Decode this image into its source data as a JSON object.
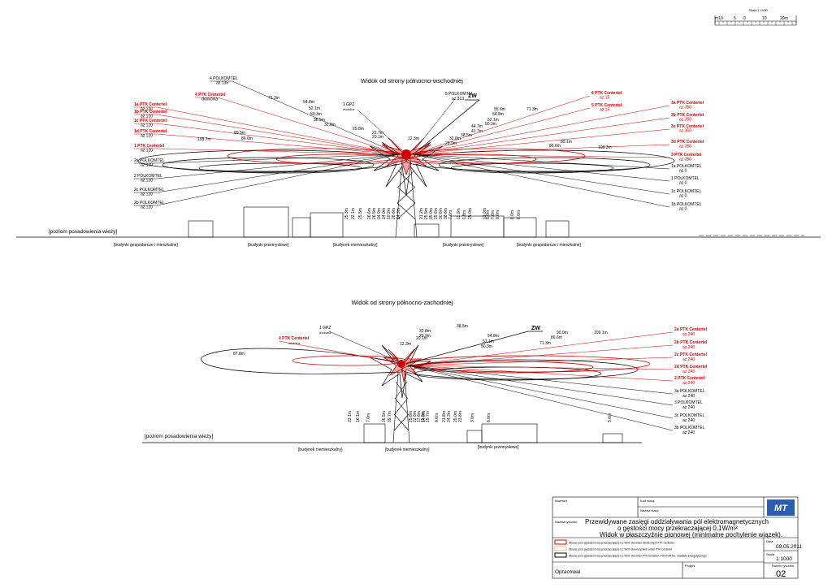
{
  "scale_bar": {
    "title": "Skala 1:1000",
    "ticks": [
      "m10",
      "5",
      "0",
      "10",
      "20m"
    ]
  },
  "view1": {
    "title": "Widok od strony północno-wschodniej",
    "ground_label": "[poziom posadowienia wieży]",
    "compass": "ZW",
    "left_labels": [
      {
        "name": "4 POLKOMTEL",
        "az": "az.135",
        "red": false
      },
      {
        "name": "4 PTK Centertel",
        "az": "dookólna",
        "red": true
      },
      {
        "name": "1a PTK Centertel",
        "az": "az.120",
        "red": true
      },
      {
        "name": "1b PTK Centertel",
        "az": "az.120",
        "red": true
      },
      {
        "name": "1c PTK Centertel",
        "az": "az.120",
        "red": true
      },
      {
        "name": "1d PTK Centertel",
        "az": "az.120",
        "red": true
      },
      {
        "name": "1 PTK Centertel",
        "az": "az.120",
        "red": true
      },
      {
        "name": "2a POLKOMTEL",
        "az": "az.120",
        "red": false
      },
      {
        "name": "2 POLKOMTEL",
        "az": "az.120",
        "red": false
      },
      {
        "name": "2c POLKOMTEL",
        "az": "az.120",
        "red": false
      },
      {
        "name": "2b POLKOMTEL",
        "az": "az.120",
        "red": false
      }
    ],
    "top_labels": [
      {
        "name": "1 GPZ",
        "az": "dookólna"
      },
      {
        "name": "5 POLKOMTEL",
        "az": "az.313"
      }
    ],
    "right_labels": [
      {
        "name": "6 PTK Centertel",
        "az": "az.15",
        "red": true
      },
      {
        "name": "5 PTK Centertel",
        "az": "az.15",
        "red": true
      },
      {
        "name": "3a PTK Centertel",
        "az": "az.350",
        "red": true
      },
      {
        "name": "3b PTK Centertel",
        "az": "az.350",
        "red": true
      },
      {
        "name": "3c PTK Centertel",
        "az": "az.350",
        "red": true
      },
      {
        "name": "3d PTK Centertel",
        "az": "az.350",
        "red": true
      },
      {
        "name": "3 PTK Centertel",
        "az": "az.350",
        "red": true
      },
      {
        "name": "1a POLKOMTEL",
        "az": "az.0",
        "red": false
      },
      {
        "name": "1 POLKOMTEL",
        "az": "az.0",
        "red": false
      },
      {
        "name": "1c POLKOMTEL",
        "az": "az.0",
        "red": false
      },
      {
        "name": "1b POLKOMTEL",
        "az": "az.0",
        "red": false
      }
    ],
    "distances_top": [
      "71.3m",
      "54.8m",
      "52.1m",
      "50.3m",
      "38.5m",
      "32.8m",
      "29.8m",
      "22.7m",
      "20.1m",
      "12.3m",
      "55.6m",
      "54.8m",
      "52.1m",
      "50.3m",
      "44.7m",
      "41.7m",
      "38.5m",
      "32.8m",
      "29.9m",
      "71.3m"
    ],
    "distances_side": [
      "89.5m",
      "86.6m",
      "108.7m",
      "89.1m",
      "86.6m",
      "108.3m"
    ],
    "heights": [
      "25.3m",
      "22.1m",
      "25.5m",
      "26.6m",
      "26.5m",
      "24.9m",
      "14.0m",
      "10.2m",
      "28.6m",
      "24.3m",
      "21.2m",
      "25.5m",
      "35.0m",
      "25.6m",
      "30.6m",
      "38.6m",
      "7.6m",
      "11.0m",
      "1.8m",
      "15.0m",
      "13.0m",
      "8.0m",
      "7.0m",
      "8.0m",
      "8.0m",
      "8.0m"
    ],
    "buildings": [
      "[budynki gospodarcze i mieszkalne]",
      "[budynki przemysłowe]",
      "[budynek niemieszkalny]",
      "[budynki przemysłowe]",
      "[budynki gospodarcze i mieszkalne]"
    ]
  },
  "view2": {
    "title": "Widok od strony północno-zachodniej",
    "ground_label": "[poziom posadowienia wieży]",
    "compass": "ZW",
    "left_labels": [
      {
        "name": "1 GPZ",
        "az": "dookólna",
        "red": false
      },
      {
        "name": "4 PTK Centertel",
        "az": "dookólna",
        "red": true
      }
    ],
    "right_labels": [
      {
        "name": "2a PTK Centertel",
        "az": "az.240",
        "red": true
      },
      {
        "name": "2b PTK Centertel",
        "az": "az.240",
        "red": true
      },
      {
        "name": "2c PTK Centertel",
        "az": "az.240",
        "red": true
      },
      {
        "name": "2d PTK Centertel",
        "az": "az.240",
        "red": true
      },
      {
        "name": "2 PTK Centertel",
        "az": "az.240",
        "red": true
      },
      {
        "name": "3a POLKOMTEL",
        "az": "az.240",
        "red": false
      },
      {
        "name": "3 POLKOMTEL",
        "az": "az.240",
        "red": false
      },
      {
        "name": "3c POLKOMTEL",
        "az": "az.240",
        "red": false
      },
      {
        "name": "3b POLKOMTEL",
        "az": "az.240",
        "red": false
      }
    ],
    "distances": [
      "87.8m",
      "12.3m",
      "20.1m",
      "29.9m",
      "32.8m",
      "38.5m",
      "54.8m",
      "52.1m",
      "50.3m",
      "71.3m",
      "86.6m",
      "90.0m",
      "109.1m"
    ],
    "heights": [
      "23.1m",
      "16.1m",
      "7.0m",
      "36.5m",
      "39.7m",
      "25.8m",
      "22.6m",
      "17.6m",
      "11.0m",
      "15.7m",
      "8.6m",
      "14.0m",
      "21.8m",
      "24.3m",
      "25.0m",
      "23.8m",
      "3.0m",
      "8.0m",
      "5.0m"
    ],
    "buildings": [
      "[budynek niemieszkalny]",
      "[budynek niemieszkalny]",
      "[budynki przemysłowe]"
    ]
  },
  "title_block": {
    "inwestor_label": "Inwestor",
    "kod_stacji_label": "Kod stacji",
    "nazwa_stacji_label": "Nazwa stacji",
    "nazwa_rysunku_label": "Nazwa rysunku",
    "drawing_title_lines": [
      "Przewidywane zasięgi oddziaływania pól elektromagnetycznych",
      "o gęstości mocy przekraczającej 0,1W/m²",
      "Widok w płaszczyźnie pionowej (minimalne pochylenie wiązek)."
    ],
    "legend": [
      {
        "color": "#d00000",
        "text": "Obszar pól o gęstości mocy przekraczającej 0,1 W/m² dla anten sektorowych PTK Centertel"
      },
      {
        "color": "#e8c080",
        "text": "Obszar pól o gęstości mocy przekraczającej 0,1 W/m² dla wszystkich anten PTK Centertel"
      },
      {
        "color": "#000000",
        "text": "Obszar pól o gęstości mocy przekraczającej 0,1 W/m² dla anten PTK Centertel, POLKOMTEL i Zakładu Energetycznego"
      }
    ],
    "data_label": "Data",
    "data_value": "09.05.2011",
    "skala_label": "Skala",
    "skala_value": "1:1000",
    "numer_label": "Numer rysunku",
    "numer_value": "02",
    "opracowal_label": "Opracował",
    "podpis_label": "Podpis",
    "logo_text": "MT"
  }
}
